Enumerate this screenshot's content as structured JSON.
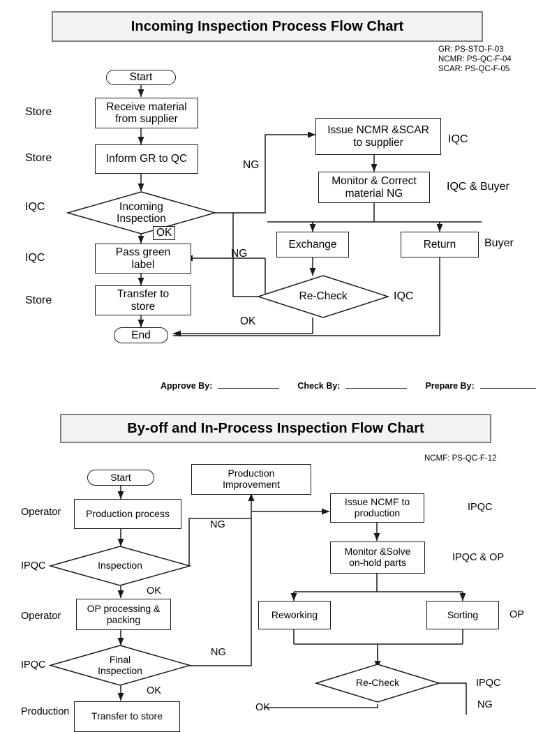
{
  "document": {
    "signature": {
      "approve_label": "Approve By:",
      "check_label": "Check By:",
      "prepare_label": "Prepare By:"
    }
  },
  "chart1": {
    "title": "Incoming Inspection Process Flow Chart",
    "codes": [
      "GR: PS-STO-F-03",
      "NCMR: PS-QC-F-04",
      "SCAR: PS-QC-F-05"
    ],
    "lanes": [
      {
        "label": "Store"
      },
      {
        "label": "Store"
      },
      {
        "label": "IQC"
      },
      {
        "label": "IQC"
      },
      {
        "label": "Store"
      }
    ],
    "roles": [
      {
        "label": "IQC"
      },
      {
        "label": "IQC & Buyer"
      },
      {
        "label": "Buyer"
      },
      {
        "label": "IQC"
      }
    ],
    "nodes": {
      "start": "Start",
      "receive": "Receive material\nfrom supplier",
      "inform": "Inform GR to QC",
      "inspection": "Incoming\nInspection",
      "pass_label": "Pass green\nlabel",
      "transfer": "Transfer to\nstore",
      "end": "End",
      "issue_ncmr": "Issue NCMR &SCAR\nto supplier",
      "monitor": "Monitor & Correct\nmaterial NG",
      "exchange": "Exchange",
      "return": "Return",
      "recheck": "Re-Check"
    },
    "edge_labels": {
      "ng_top": "NG",
      "ng_mid": "NG",
      "ok_inspection": "OK",
      "ok_recheck": "OK"
    }
  },
  "chart2": {
    "title": "By-off and In-Process Inspection Flow Chart",
    "codes": [
      "NCMF: PS-QC-F-12"
    ],
    "lanes": [
      {
        "label": "Operator"
      },
      {
        "label": "IPQC"
      },
      {
        "label": "Operator"
      },
      {
        "label": "IPQC"
      },
      {
        "label": "Production"
      }
    ],
    "roles": [
      {
        "label": "IPQC"
      },
      {
        "label": "IPQC & OP"
      },
      {
        "label": "OP"
      },
      {
        "label": "IPQC"
      }
    ],
    "nodes": {
      "start": "Start",
      "production_process": "Production process",
      "inspection": "Inspection",
      "op_processing": "OP processing &\npacking",
      "final_inspection": "Final\nInspection",
      "transfer": "Transfer to store",
      "production_improvement": "Production\nImprovement",
      "issue_ncmf": "Issue NCMF to\nproduction",
      "monitor": "Monitor &Solve\non-hold parts",
      "reworking": "Reworking",
      "sorting": "Sorting",
      "recheck": "Re-Check"
    },
    "edge_labels": {
      "ng_top": "NG",
      "ok_inspection": "OK",
      "ng_final": "NG",
      "ok_final": "OK",
      "ok_recheck": "OK",
      "ng_recheck": "NG"
    }
  }
}
